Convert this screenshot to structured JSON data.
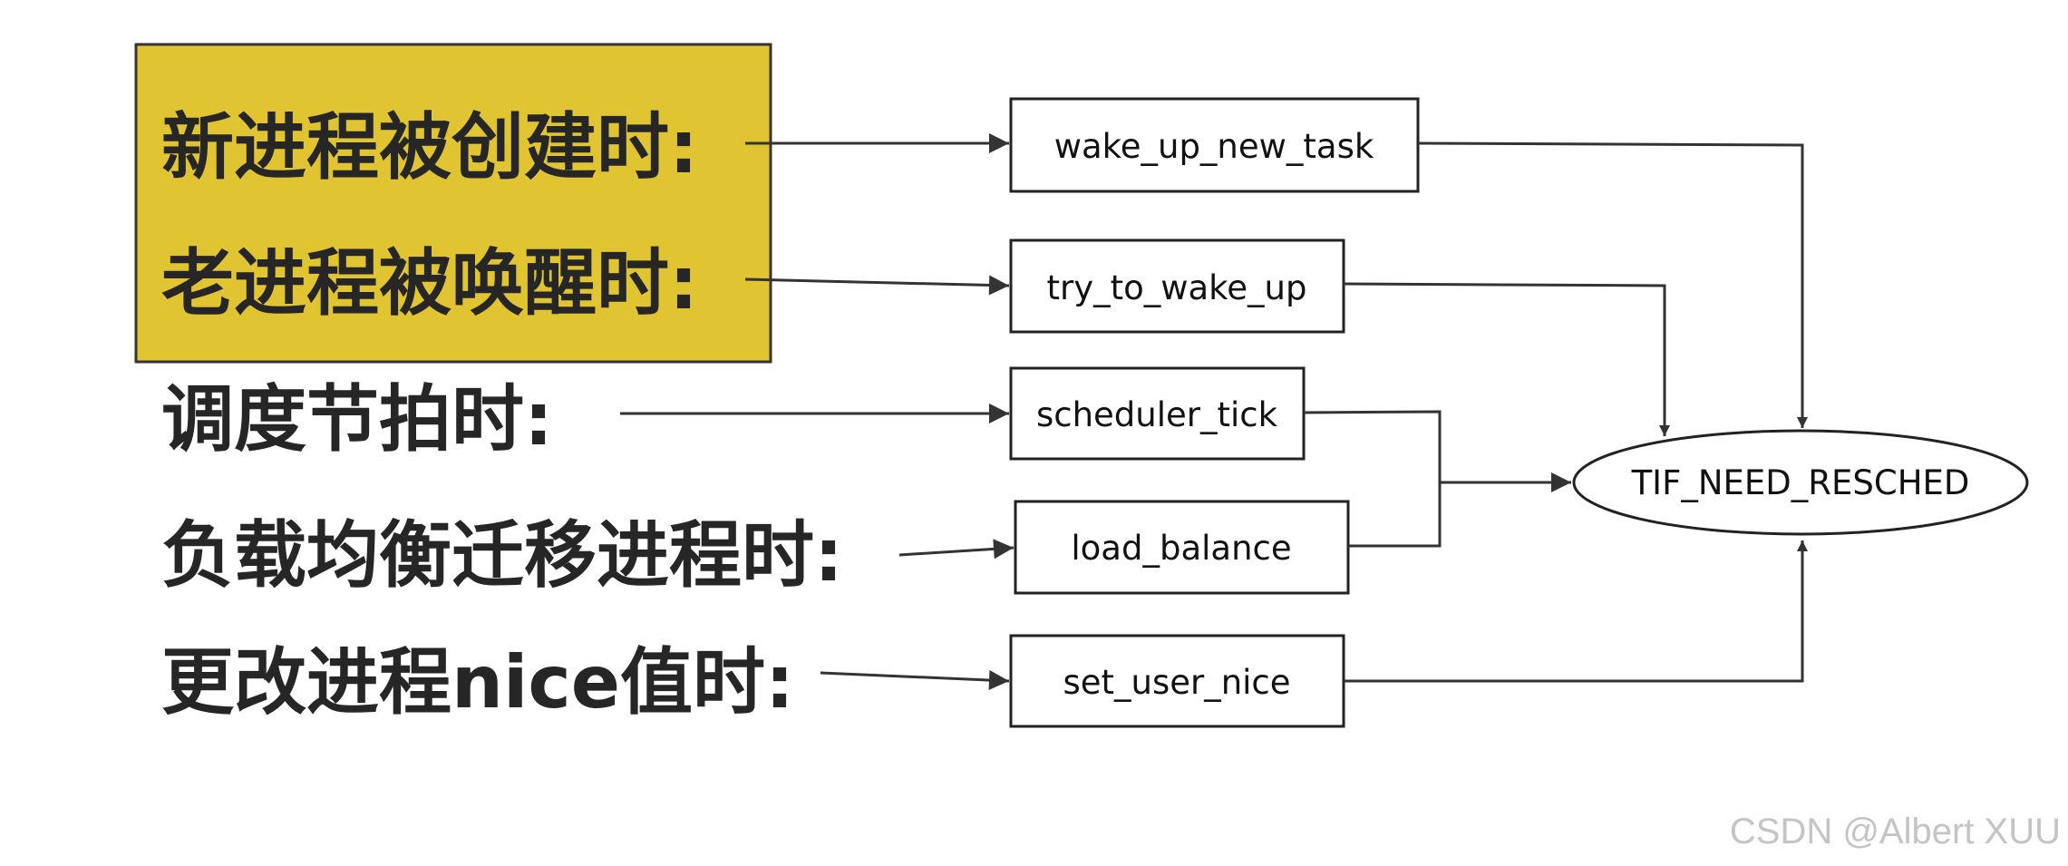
{
  "highlight_color": "#e0c431",
  "events": {
    "new_task": "新进程被创建时:",
    "wake_up": "老进程被唤醒时:",
    "tick": "调度节拍时:",
    "balance": "负载均衡迁移进程时:",
    "nice": "更改进程nice值时:"
  },
  "functions": {
    "wake_up_new_task": "wake_up_new_task",
    "try_to_wake_up": "try_to_wake_up",
    "scheduler_tick": "scheduler_tick",
    "load_balance": "load_balance",
    "set_user_nice": "set_user_nice"
  },
  "flag": "TIF_NEED_RESCHED",
  "watermark": "CSDN @Albert XUU"
}
